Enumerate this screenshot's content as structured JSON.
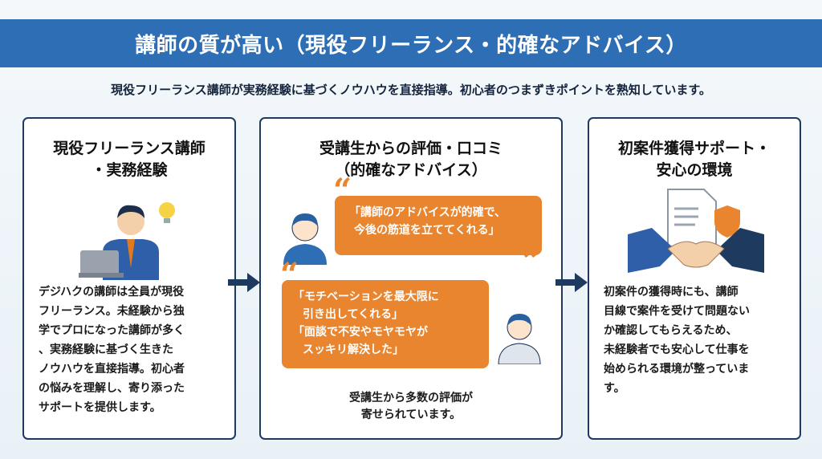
{
  "header": {
    "title": "講師の質が高い（現役フリーランス・的確なアドバイス）"
  },
  "subtitle": "現役フリーランス講師が実務経験に基づくノウハウを直接指導。初心者のつまずきポイントを熟知しています。",
  "cards": [
    {
      "title_line1": "現役フリーランス講師",
      "title_line2": "・実務経験",
      "body": [
        "デジハクの講師は全員が現役",
        "フリーランス。未経験から独",
        "学でプロになった講師が多く",
        "、実務経験に基づく生きた",
        "ノウハウを直接指導。初心者",
        "の悩みを理解し、寄り添った",
        "サポートを提供します。"
      ]
    },
    {
      "title_line1": "受講生からの評価・口コミ",
      "title_line2": "（的確なアドバイス）",
      "quote1": [
        "「講師のアドバイスが的確で、",
        "今後の筋道を立ててくれる」"
      ],
      "quote2": [
        "「モチベーションを最大限に",
        "引き出してくれる」",
        "「面談で不安やモヤモヤが",
        "スッキリ解決した」"
      ],
      "footer": [
        "受講生から多数の評価が",
        "寄せられています。"
      ]
    },
    {
      "title_line1": "初案件獲得サポート・",
      "title_line2": "安心の環境",
      "body": [
        "初案件の獲得時にも、講師",
        "目線で案件を受けて問題ない",
        "か確認してもらえるため、",
        "未経験者でも安心して仕事を",
        "始められる環境が整っていま",
        "す。"
      ]
    }
  ],
  "colors": {
    "band": "#2e6eb5",
    "accent": "#e8852e",
    "navy": "#1f3a5f"
  }
}
